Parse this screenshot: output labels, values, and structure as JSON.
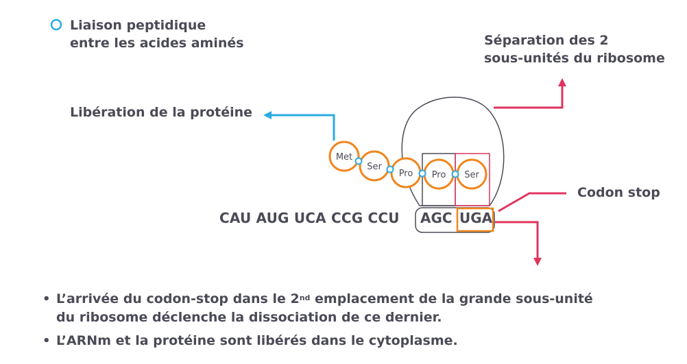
{
  "legend": {
    "line1": "Liaison peptidique",
    "line2": "entre les acides aminés"
  },
  "labels": {
    "separation_line1": "Séparation des 2",
    "separation_line2": "sous-unités du ribosome",
    "liberation": "Libération de la protéine",
    "codon_stop": "Codon stop"
  },
  "sequence": {
    "leading": "CAU AUG UCA CCG CCU",
    "codon_site1": "AGC",
    "codon_stop": "UGA"
  },
  "amino_acids": [
    "Met",
    "Ser",
    "Pro",
    "Pro",
    "Ser"
  ],
  "bullets": {
    "b1_pre": "L’arrivée du codon-stop dans le 2",
    "b1_sup": "nd",
    "b1_post": " emplacement de la grande sous-unité",
    "b1_line2": "du ribosome déclenche la dissociation de ce dernier.",
    "b2": "L’ARNm et la protéine sont libérés dans le cytoplasme."
  },
  "colors": {
    "peptide_bond": "#29abe2",
    "amino_acid": "#f0861e",
    "arrow_red": "#e0345e",
    "arrow_blue": "#29abe2",
    "outline": "#4b4b57",
    "text": "#4b4b57"
  }
}
